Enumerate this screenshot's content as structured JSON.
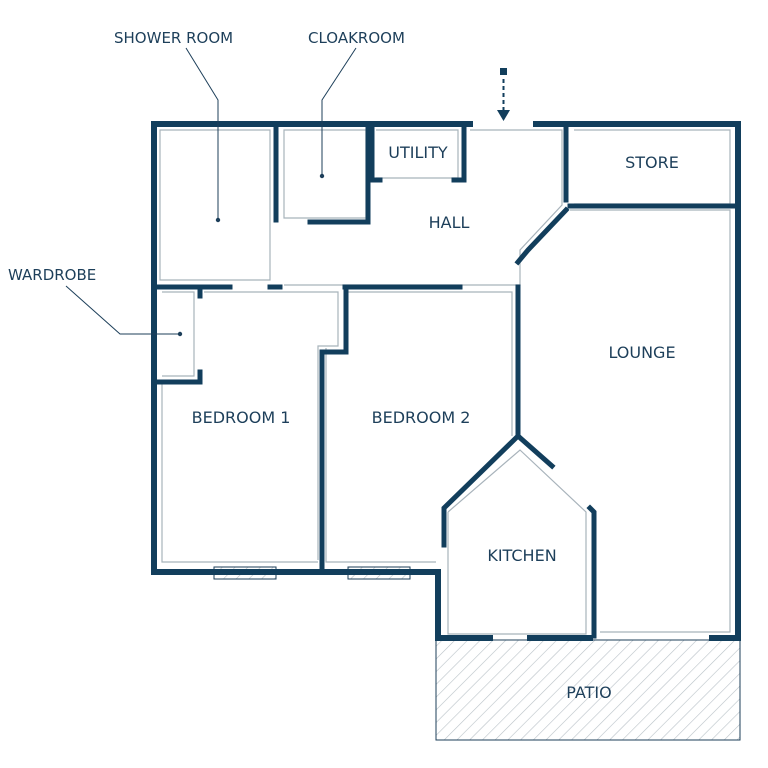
{
  "rooms": {
    "shower_room": "SHOWER ROOM",
    "cloakroom": "CLOAKROOM",
    "utility": "UTILITY",
    "hall": "HALL",
    "store": "STORE",
    "wardrobe": "WARDROBE",
    "bedroom_1": "BEDROOM 1",
    "bedroom_2": "BEDROOM 2",
    "lounge": "LOUNGE",
    "kitchen": "KITCHEN",
    "patio": "PATIO"
  },
  "colors": {
    "wall": "#123e5c",
    "label": "#1d3f5a",
    "inner_line": "#a8b3bb",
    "hatch": "#b9c1c7",
    "background": "#ffffff"
  },
  "icons": {
    "entrance": "dashed-down-arrow-icon"
  }
}
